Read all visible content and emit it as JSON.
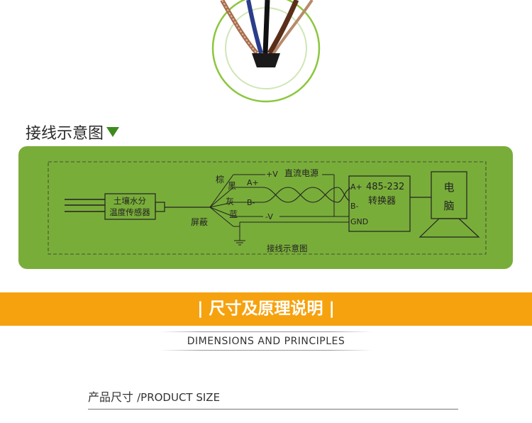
{
  "wiring_section": {
    "title": "接线示意图"
  },
  "diagram": {
    "sensor_line1": "土壤水分",
    "sensor_line2": "温度传感器",
    "wire_brown": "棕",
    "wire_black": "黑",
    "wire_grey": "灰",
    "wire_blue": "蓝",
    "shield": "屏蔽",
    "plus_v": "+V",
    "power_label": "直流电源",
    "a_plus": "A+",
    "b_minus": "B-",
    "minus_v": "-V",
    "converter_a": "A+",
    "converter_b": "B-",
    "converter_gnd": "GND",
    "converter_model": "485-232",
    "converter_name": "转换器",
    "pc_line1": "电",
    "pc_line2": "脑",
    "caption": "接线示意图"
  },
  "principles_band": {
    "title": "| 尺寸及原理说明 |",
    "subtitle": "DIMENSIONS AND PRINCIPLES"
  },
  "product_size": {
    "label_cn": "产品尺寸 ",
    "label_en": "/PRODUCT SIZE"
  },
  "colors": {
    "panel_green": "#79ad3a",
    "band_orange": "#f6a20f",
    "circle_green": "#6fb33a"
  }
}
